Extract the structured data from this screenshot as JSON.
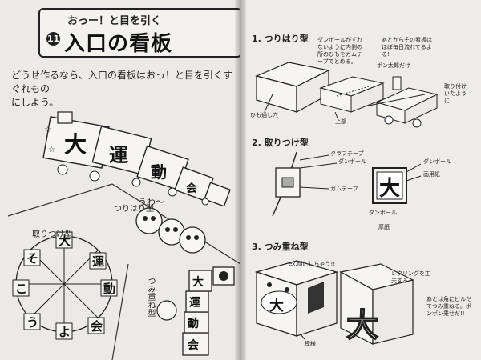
{
  "left": {
    "subtitle": "おっー！と目を引く",
    "section_number": "11",
    "title": "入口の看板",
    "intro_line1": "どうせ作るなら、入口の看板はおっ！と目を引くすぐれもの",
    "intro_line2": "にしよう。",
    "train_chars": [
      "大",
      "運",
      "動",
      "会"
    ],
    "label_tsuri": "つりはり型",
    "label_uwa": "うわ～",
    "label_toritsuke": "取りつけ型",
    "wheel_chars": [
      "大",
      "運",
      "動",
      "会",
      "よ",
      "う",
      "こ",
      "そ"
    ],
    "label_tsumi": "つみ重ね型",
    "stack_chars": [
      "大",
      "運",
      "動",
      "会"
    ]
  },
  "right": {
    "s1_title": "1. つりはり型",
    "s1_note1": "ダンボールがずれないように内側の所のひもをガムテープでとめる。",
    "s1_note2": "あとからその看板はほぼ毎日流れてるよる!",
    "s1_note3": "ポン太郎だけ",
    "s1_note4": "取り付けいたように",
    "s1_note5": "ひも通し穴",
    "s1_note6": "上部",
    "s2_title": "2. 取りつけ型",
    "s2_tape": "クラフテープ",
    "s2_cardboard": "ダンボール",
    "s2_gumtape": "ガムテープ",
    "s2_panel_char": "大",
    "s2_cb2": "ダンボール",
    "s2_paper": "画用紙",
    "s2_cb3": "ダンボール",
    "s2_thick": "厚紙",
    "s3_title": "3. つみ重ね型",
    "s3_ex": "ex.顔にしちゃう!!",
    "s3_char1": "大",
    "s3_char2": "大",
    "s3_lettering": "レタリングを工夫する",
    "s3_note": "あとは角にビルだてつみ重ねる。ポンポン乗せだ!!",
    "s3_pattern": "模様"
  }
}
